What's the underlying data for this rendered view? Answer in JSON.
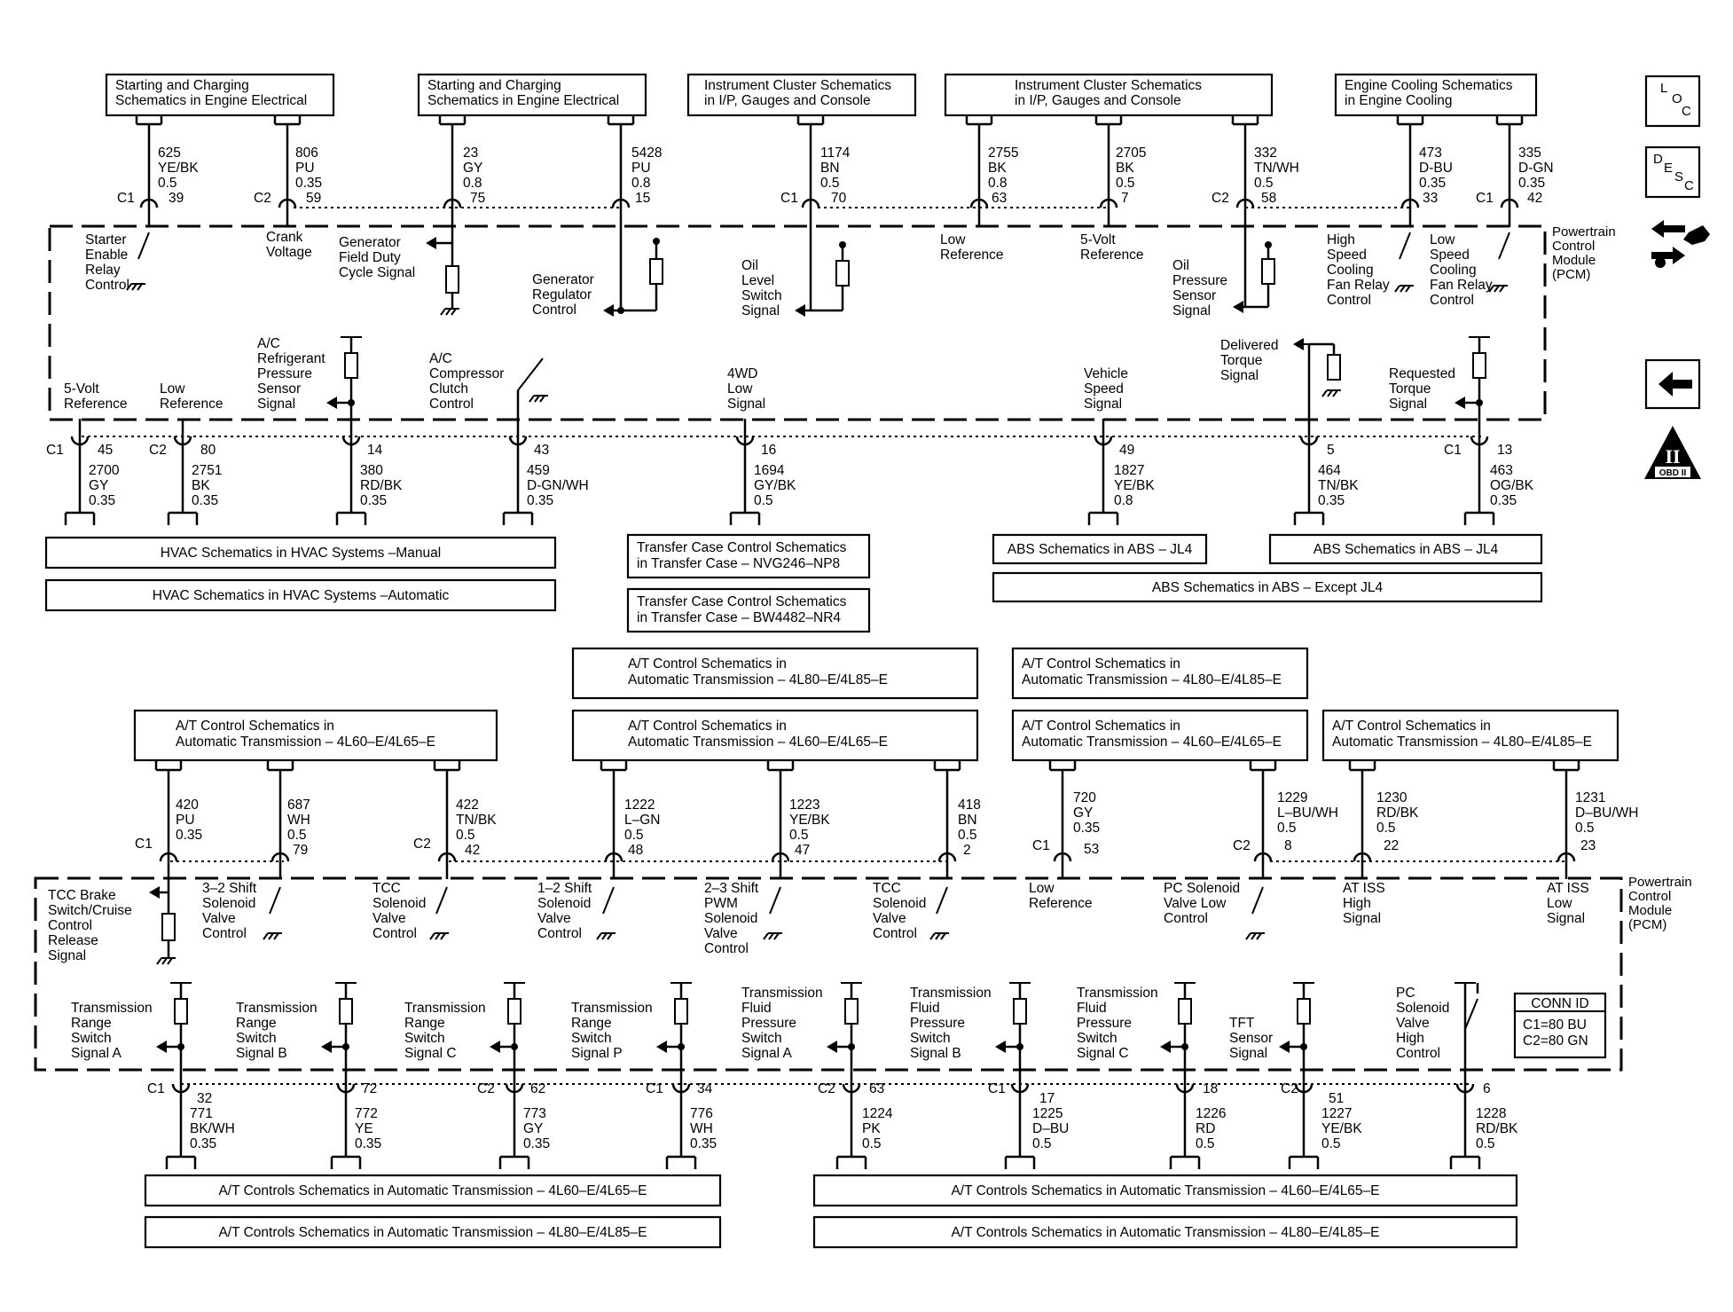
{
  "top_refs": [
    {
      "lines": [
        "Starting and Charging",
        "Schematics in Engine Electrical"
      ]
    },
    {
      "lines": [
        "Starting and Charging",
        "Schematics in Engine Electrical"
      ]
    },
    {
      "lines": [
        "Instrument Cluster Schematics",
        "in I/P, Gauges and Console"
      ]
    },
    {
      "lines": [
        "Instrument Cluster Schematics",
        "in I/P, Gauges and Console"
      ]
    },
    {
      "lines": [
        "Engine Cooling Schematics",
        "in Engine Cooling"
      ]
    }
  ],
  "pcm_label": [
    "Powertrain",
    "Control",
    "Module",
    "(PCM)"
  ],
  "top_circuits": [
    {
      "conn": "C1",
      "circuit": "625",
      "color": "YE/BK",
      "gauge": "0.5",
      "pin": "39",
      "label": [
        "Starter",
        "Enable",
        "Relay",
        "Control"
      ]
    },
    {
      "conn": "C2",
      "circuit": "806",
      "color": "PU",
      "gauge": "0.35",
      "pin": "59",
      "label": [
        "Crank",
        "Voltage"
      ]
    },
    {
      "conn": "",
      "circuit": "23",
      "color": "GY",
      "gauge": "0.8",
      "pin": "75",
      "label": [
        "Generator",
        "Field Duty",
        "Cycle Signal"
      ]
    },
    {
      "conn": "",
      "circuit": "5428",
      "color": "PU",
      "gauge": "0.8",
      "pin": "15",
      "label": [
        "Generator",
        "Regulator",
        "Control"
      ]
    },
    {
      "conn": "C1",
      "circuit": "1174",
      "color": "BN",
      "gauge": "0.5",
      "pin": "70",
      "label": [
        "Oil",
        "Level",
        "Switch",
        "Signal"
      ]
    },
    {
      "conn": "",
      "circuit": "2755",
      "color": "BK",
      "gauge": "0.8",
      "pin": "63",
      "label": [
        "Low",
        "Reference"
      ]
    },
    {
      "conn": "",
      "circuit": "2705",
      "color": "BK",
      "gauge": "0.5",
      "pin": "7",
      "label": [
        "5-Volt",
        "Reference"
      ]
    },
    {
      "conn": "C2",
      "circuit": "332",
      "color": "TN/WH",
      "gauge": "0.5",
      "pin": "58",
      "label": [
        "Oil",
        "Pressure",
        "Sensor",
        "Signal"
      ]
    },
    {
      "conn": "",
      "circuit": "473",
      "color": "D-BU",
      "gauge": "0.35",
      "pin": "33",
      "label": [
        "High",
        "Speed",
        "Cooling",
        "Fan Relay",
        "Control"
      ]
    },
    {
      "conn": "C1",
      "circuit": "335",
      "color": "D-GN",
      "gauge": "0.35",
      "pin": "42",
      "label": [
        "Low",
        "Speed",
        "Cooling",
        "Fan Relay",
        "Control"
      ]
    }
  ],
  "mid_circuits": [
    {
      "conn": "C1",
      "pin": "45",
      "circuit": "2700",
      "color": "GY",
      "gauge": "0.35",
      "label": [
        "5-Volt",
        "Reference"
      ]
    },
    {
      "conn": "C2",
      "pin": "80",
      "circuit": "2751",
      "color": "BK",
      "gauge": "0.35",
      "label": [
        "Low",
        "Reference"
      ]
    },
    {
      "conn": "",
      "pin": "14",
      "circuit": "380",
      "color": "RD/BK",
      "gauge": "0.35",
      "label": [
        "A/C",
        "Refrigerant",
        "Pressure",
        "Sensor",
        "Signal"
      ]
    },
    {
      "conn": "",
      "pin": "43",
      "circuit": "459",
      "color": "D-GN/WH",
      "gauge": "0.35",
      "label": [
        "A/C",
        "Compressor",
        "Clutch",
        "Control"
      ]
    },
    {
      "conn": "",
      "pin": "16",
      "circuit": "1694",
      "color": "GY/BK",
      "gauge": "0.5",
      "label": [
        "4WD",
        "Low",
        "Signal"
      ]
    },
    {
      "conn": "",
      "pin": "49",
      "circuit": "1827",
      "color": "YE/BK",
      "gauge": "0.8",
      "label": [
        "Vehicle",
        "Speed",
        "Signal"
      ]
    },
    {
      "conn": "",
      "pin": "5",
      "circuit": "464",
      "color": "TN/BK",
      "gauge": "0.35",
      "label": [
        "Delivered",
        "Torque",
        "Signal"
      ]
    },
    {
      "conn": "C1",
      "pin": "13",
      "circuit": "463",
      "color": "OG/BK",
      "gauge": "0.35",
      "label": [
        "Requested",
        "Torque",
        "Signal"
      ]
    }
  ],
  "mid_refs": {
    "hvac_manual": "HVAC Schematics in HVAC Systems –Manual",
    "hvac_auto": "HVAC Schematics in HVAC Systems –Automatic",
    "transfer_1": [
      "Transfer Case Control Schematics",
      "in Transfer Case – NVG246–NP8"
    ],
    "transfer_2": [
      "Transfer Case Control Schematics",
      "in Transfer Case – BW4482–NR4"
    ],
    "abs_jl4_a": "ABS Schematics in ABS – JL4",
    "abs_jl4_b": "ABS Schematics in ABS – JL4",
    "abs_except": "ABS Schematics in ABS – Except JL4"
  },
  "at_refs": {
    "a": [
      "A/T Control Schematics in",
      "Automatic Transmission – 4L60–E/4L65–E"
    ],
    "b_top": [
      "A/T Control Schematics in",
      "Automatic Transmission – 4L80–E/4L85–E"
    ],
    "b": [
      "A/T Control Schematics in",
      "Automatic Transmission – 4L60–E/4L65–E"
    ],
    "c_top": [
      "A/T Control Schematics in",
      "Automatic Transmission – 4L80–E/4L85–E"
    ],
    "c": [
      "A/T Control Schematics in",
      "Automatic Transmission – 4L60–E/4L65–E"
    ],
    "d": [
      "A/T Control Schematics in",
      "Automatic Transmission – 4L80–E/4L85–E"
    ]
  },
  "at_circuits": [
    {
      "conn": "C1",
      "circuit": "420",
      "color": "PU",
      "gauge": "0.35",
      "pin": "",
      "label": [
        "TCC Brake",
        "Switch/Cruise",
        "Control",
        "Release",
        "Signal"
      ]
    },
    {
      "conn": "",
      "circuit": "687",
      "color": "WH",
      "gauge": "0.5",
      "pin": "79",
      "label": [
        "3–2 Shift",
        "Solenoid",
        "Valve",
        "Control"
      ]
    },
    {
      "conn": "C2",
      "circuit": "422",
      "color": "TN/BK",
      "gauge": "0.5",
      "pin": "42",
      "label": [
        "TCC",
        "Solenoid",
        "Valve",
        "Control"
      ]
    },
    {
      "conn": "",
      "circuit": "1222",
      "color": "L–GN",
      "gauge": "0.5",
      "pin": "48",
      "label": [
        "1–2 Shift",
        "Solenoid",
        "Valve",
        "Control"
      ]
    },
    {
      "conn": "",
      "circuit": "1223",
      "color": "YE/BK",
      "gauge": "0.5",
      "pin": "47",
      "label": [
        "2–3 Shift",
        "PWM",
        "Solenoid",
        "Valve",
        "Control"
      ]
    },
    {
      "conn": "",
      "circuit": "418",
      "color": "BN",
      "gauge": "0.5",
      "pin": "2",
      "label": [
        "TCC",
        "Solenoid",
        "Valve",
        "Control"
      ]
    },
    {
      "conn": "C1",
      "circuit": "720",
      "color": "GY",
      "gauge": "0.35",
      "pin": "53",
      "label": [
        "Low",
        "Reference"
      ]
    },
    {
      "conn": "C2",
      "circuit": "1229",
      "color": "L–BU/WH",
      "gauge": "0.5",
      "pin": "8",
      "label": [
        "PC Solenoid",
        "Valve Low",
        "Control"
      ]
    },
    {
      "conn": "",
      "circuit": "1230",
      "color": "RD/BK",
      "gauge": "0.5",
      "pin": "22",
      "label": [
        "AT ISS",
        "High",
        "Signal"
      ]
    },
    {
      "conn": "",
      "circuit": "1231",
      "color": "D–BU/WH",
      "gauge": "0.5",
      "pin": "23",
      "label": [
        "AT ISS",
        "Low",
        "Signal"
      ]
    }
  ],
  "bottom_circuits": [
    {
      "conn": "C1",
      "pin": "32",
      "circuit": "771",
      "color": "BK/WH",
      "gauge": "0.35",
      "label": [
        "Transmission",
        "Range",
        "Switch",
        "Signal A"
      ]
    },
    {
      "conn": "",
      "pin": "72",
      "circuit": "772",
      "color": "YE",
      "gauge": "0.35",
      "label": [
        "Transmission",
        "Range",
        "Switch",
        "Signal B"
      ]
    },
    {
      "conn": "C2",
      "pin": "62",
      "circuit": "773",
      "color": "GY",
      "gauge": "0.35",
      "label": [
        "Transmission",
        "Range",
        "Switch",
        "Signal C"
      ]
    },
    {
      "conn": "C1",
      "pin": "34",
      "circuit": "776",
      "color": "WH",
      "gauge": "0.35",
      "label": [
        "Transmission",
        "Range",
        "Switch",
        "Signal P"
      ]
    },
    {
      "conn": "C2",
      "pin": "63",
      "circuit": "1224",
      "color": "PK",
      "gauge": "0.5",
      "label": [
        "Transmission",
        "Fluid",
        "Pressure",
        "Switch",
        "Signal A"
      ]
    },
    {
      "conn": "C1",
      "pin": "17",
      "circuit": "1225",
      "color": "D–BU",
      "gauge": "0.5",
      "label": [
        "Transmission",
        "Fluid",
        "Pressure",
        "Switch",
        "Signal B"
      ]
    },
    {
      "conn": "",
      "pin": "18",
      "circuit": "1226",
      "color": "RD",
      "gauge": "0.5",
      "label": [
        "Transmission",
        "Fluid",
        "Pressure",
        "Switch",
        "Signal C"
      ]
    },
    {
      "conn": "C2",
      "pin": "51",
      "circuit": "1227",
      "color": "YE/BK",
      "gauge": "0.5",
      "label": [
        "TFT",
        "Sensor",
        "Signal"
      ]
    },
    {
      "conn": "",
      "pin": "6",
      "circuit": "1228",
      "color": "RD/BK",
      "gauge": "0.5",
      "label": [
        "PC",
        "Solenoid",
        "Valve",
        "High",
        "Control"
      ]
    }
  ],
  "conn_id": {
    "title": "CONN ID",
    "lines": [
      "C1=80 BU",
      "C2=80 GN"
    ]
  },
  "bottom_refs": {
    "left_1": "A/T Controls Schematics in Automatic Transmission – 4L60–E/4L65–E",
    "left_2": "A/T Controls Schematics in Automatic Transmission – 4L80–E/4L85–E",
    "right_1": "A/T Controls Schematics in Automatic Transmission – 4L60–E/4L65–E",
    "right_2": "A/T Controls Schematics in Automatic Transmission – 4L80–E/4L85–E"
  },
  "nav": {
    "loc": [
      "L",
      "O",
      "C"
    ],
    "desc": [
      "D",
      "E",
      "S",
      "C"
    ],
    "obd": "OBD II",
    "obd_numeral": "II"
  }
}
